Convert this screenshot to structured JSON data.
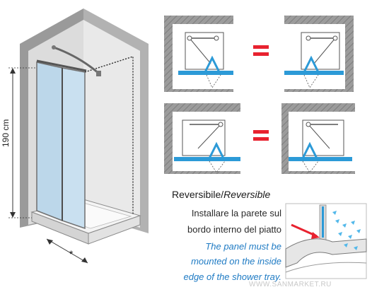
{
  "dimension_label": "190 cm",
  "star_label": "*",
  "equals_symbol": "=",
  "reversible": {
    "title_it": "Reversibile/",
    "title_en": "Reversible",
    "desc_it": [
      "Installare la parete sul",
      "bordo interno del piatto"
    ],
    "desc_en": [
      "The panel must be",
      "mounted on the inside",
      "edge of the shower tray."
    ]
  },
  "watermark": "WWW.SANMARKET.RU",
  "colors": {
    "wall": "#8e8e8e",
    "room_fill": "#ececec",
    "panel_blue": "#2c9ad7",
    "equals_red": "#e8222f",
    "arrow_red": "#e8222f",
    "glass": "#bfd9ea",
    "text_blue": "#1f7bc4"
  }
}
